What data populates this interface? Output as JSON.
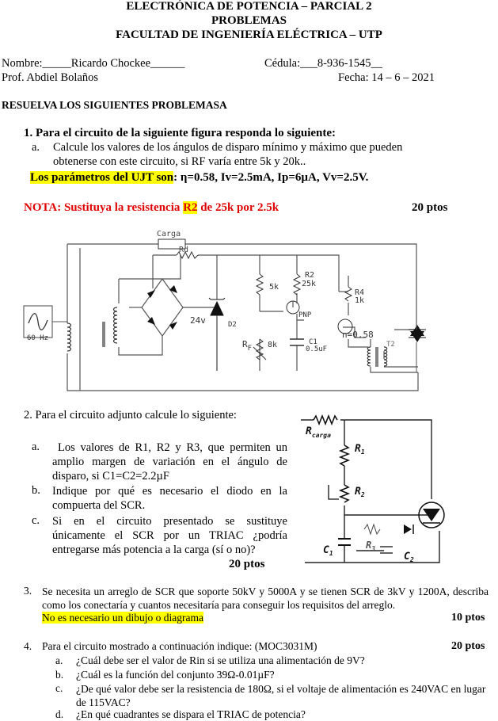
{
  "header": {
    "line1": "ELECTRÓNICA DE POTENCIA – PARCIAL 2",
    "line2": "PROBLEMAS",
    "line3": "FACULTAD DE INGENIERÍA ELÉCTRICA – UTP"
  },
  "info": {
    "nombre": "Nombre:_____Ricardo Chockee______",
    "cedula": "Cédula:___8-936-1545__",
    "prof": "Prof. Abdiel Bolaños",
    "fecha": "Fecha: 14 – 6 – 2021"
  },
  "instruction": "RESUELVA LOS SIGUIENTES PROBLEMASA",
  "p1": {
    "title": "1. Para el circuito de la siguiente figura responda lo siguiente:",
    "a_marker": "a.",
    "a_line1": "Calcule los valores de los ángulos de disparo mínimo y máximo que pueden",
    "a_line2": "obtenerse con este circuito, si RF varía entre 5k y 20k..",
    "ujt_hl": "Los parámetros del UJT son",
    "ujt_rest": ": η=0.58, Iv=2.5mA, Ip=6µA, Vv=2.5V.",
    "nota_a": "NOTA: Sustituya la resistencia ",
    "nota_r2": "R2",
    "nota_b": " de 25k por 2.5k",
    "points": "20 ptos"
  },
  "circuit1": {
    "carga": "Carga",
    "rd": "Rd",
    "r5k": "5k",
    "r2": "R2",
    "r2val": "25k",
    "r4": "R4",
    "r4val": "1k",
    "pnp": "PNP",
    "v24": "24v",
    "d2": "D2",
    "rf": "R",
    "rfsub": "F",
    "r8k": "8k",
    "c1": "C1",
    "c1val": "0.5uF",
    "eta": "n=0.58",
    "t2": "T2",
    "hz": "60 Hz"
  },
  "p2": {
    "title": "2.    Para el circuito adjunto calcule lo siguiente:",
    "a_marker": "a.",
    "a_text": "Los valores de R1, R2 y R3, que permiten un amplio margen de variación en el ángulo de disparo, si C1=C2=2.2µF",
    "b_marker": "b.",
    "b_text": "Indique por qué es necesario el diodo en la compuerta del SCR.",
    "c_marker": "c.",
    "c_text": "Si en el circuito presentado se sustituye únicamente el SCR por un TRIAC ¿podría entregarse más potencia a la carga (sí o no)?",
    "points": "20 ptos"
  },
  "circuit2": {
    "rcarga": "R",
    "rcarga_sub": "carga",
    "r1": "R",
    "r1_sub": "1",
    "r2": "R",
    "r2_sub": "2",
    "r3": "R",
    "r3_sub": "3",
    "c1": "C",
    "c1_sub": "1",
    "c2": "C",
    "c2_sub": "2"
  },
  "p3": {
    "marker": "3.",
    "text": "Se necesita un arreglo de SCR que soporte 50kV y 5000A y se tienen SCR de 3kV y 1200A, describa como los conectaría y cuantos necesitaría para conseguir los requisitos del arreglo.",
    "note": "No es necesario un dibujo o diagrama",
    "points": "10 ptos"
  },
  "p4": {
    "marker": "4.",
    "title": "Para el circuito mostrado a continuación indique: (MOC3031M)",
    "points": "20 ptos",
    "items": [
      {
        "m": "a.",
        "t": "¿Cuál debe ser el valor de Rin si se utiliza una alimentación de 9V?"
      },
      {
        "m": "b.",
        "t": "¿Cuál es la función del conjunto 39Ω-0.01µF?"
      },
      {
        "m": "c.",
        "t": "¿De qué valor debe ser la resistencia de 180Ω, si el voltaje de alimentación es 240VAC en lugar de 115VAC?"
      },
      {
        "m": "d.",
        "t": "¿En qué cuadrantes se dispara el TRIAC de potencia?"
      }
    ]
  }
}
